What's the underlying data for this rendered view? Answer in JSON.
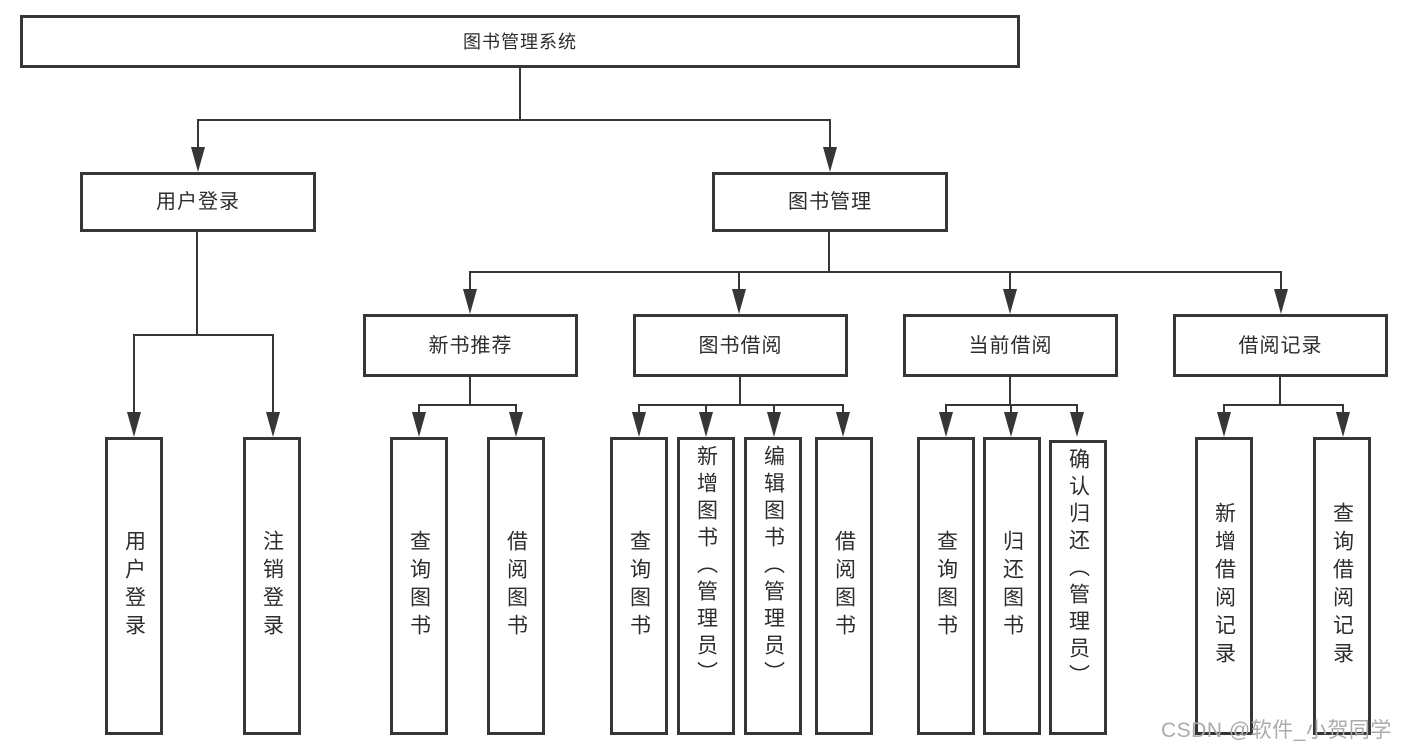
{
  "diagram": {
    "type": "hierarchy-tree",
    "colors": {
      "line": "#363636",
      "text": "#2d2d2d",
      "background": "#ffffff",
      "watermark": "#ababab"
    },
    "watermark": {
      "text": "CSDN @软件_小贺同学"
    },
    "nodes": {
      "root": {
        "label": "图书管理系统"
      },
      "user_login": {
        "label": "用户登录"
      },
      "book_mgmt": {
        "label": "图书管理"
      },
      "new_book_rec": {
        "label": "新书推荐"
      },
      "book_borrow": {
        "label": "图书借阅"
      },
      "current_borrow": {
        "label": "当前借阅"
      },
      "borrow_record": {
        "label": "借阅记录"
      },
      "leaf_user_login": {
        "label": "用户登录"
      },
      "leaf_logout": {
        "label": "注销登录"
      },
      "leaf_query_book_rec": {
        "label": "查询图书"
      },
      "leaf_borrow_book_rec": {
        "label": "借阅图书"
      },
      "leaf_query_book_borrow": {
        "label": "查询图书"
      },
      "leaf_add_book_admin": {
        "label": "新增图书（管理员）"
      },
      "leaf_edit_book_admin": {
        "label": "编辑图书（管理员）"
      },
      "leaf_borrow_book_borrow": {
        "label": "借阅图书"
      },
      "leaf_query_book_current": {
        "label": "查询图书"
      },
      "leaf_return_book": {
        "label": "归还图书"
      },
      "leaf_confirm_return_admin": {
        "label": "确认归还（管理员）"
      },
      "leaf_add_borrow_record": {
        "label": "新增借阅记录"
      },
      "leaf_query_borrow_record": {
        "label": "查询借阅记录"
      }
    },
    "edges": [
      "root->user_login",
      "root->book_mgmt",
      "user_login->leaf_user_login",
      "user_login->leaf_logout",
      "book_mgmt->new_book_rec",
      "book_mgmt->book_borrow",
      "book_mgmt->current_borrow",
      "book_mgmt->borrow_record",
      "new_book_rec->leaf_query_book_rec",
      "new_book_rec->leaf_borrow_book_rec",
      "book_borrow->leaf_query_book_borrow",
      "book_borrow->leaf_add_book_admin",
      "book_borrow->leaf_edit_book_admin",
      "book_borrow->leaf_borrow_book_borrow",
      "current_borrow->leaf_query_book_current",
      "current_borrow->leaf_return_book",
      "current_borrow->leaf_confirm_return_admin",
      "borrow_record->leaf_add_borrow_record",
      "borrow_record->leaf_query_borrow_record"
    ]
  }
}
